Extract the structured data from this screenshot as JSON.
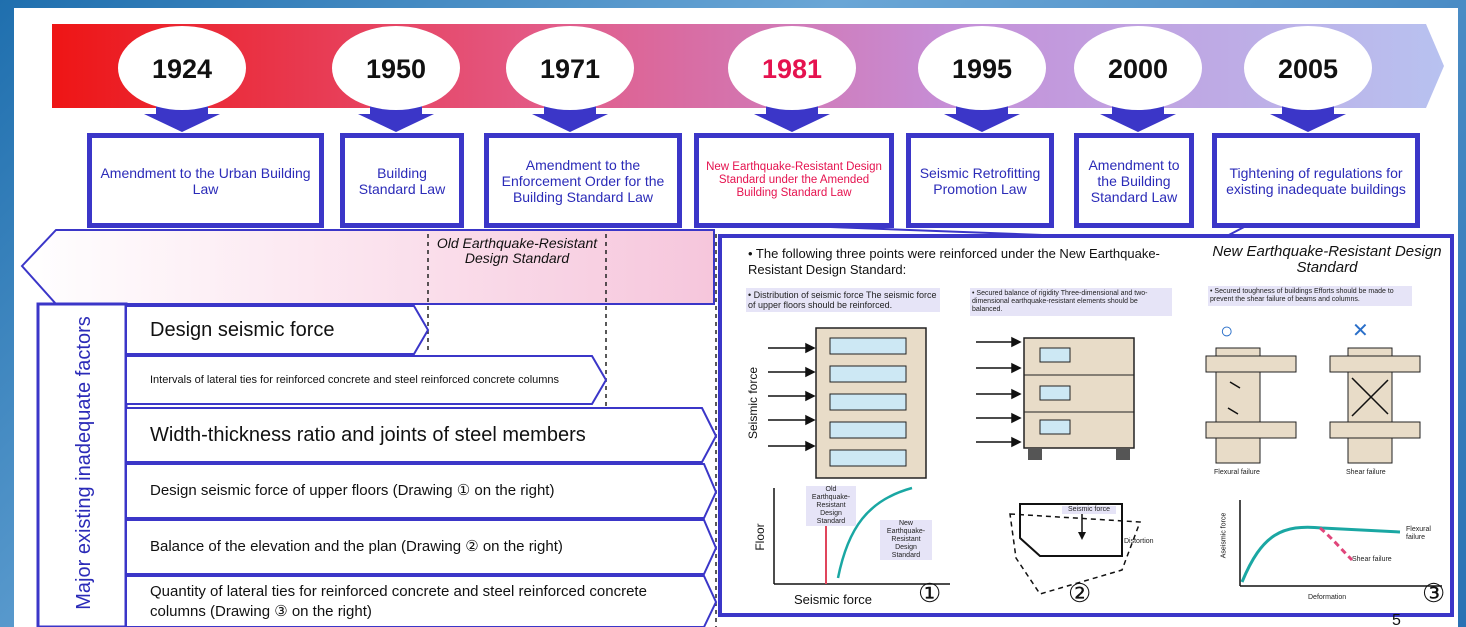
{
  "timeline": {
    "years": [
      {
        "label": "1924",
        "color": "#111111"
      },
      {
        "label": "1950",
        "color": "#111111"
      },
      {
        "label": "1971",
        "color": "#111111"
      },
      {
        "label": "1981",
        "color": "#e5124f"
      },
      {
        "label": "1995",
        "color": "#111111"
      },
      {
        "label": "2000",
        "color": "#111111"
      },
      {
        "label": "2005",
        "color": "#111111"
      }
    ]
  },
  "laws": [
    {
      "text": "Amendment to the Urban Building Law"
    },
    {
      "text": "Building Standard Law"
    },
    {
      "text": "Amendment to the Enforcement Order for the Building Standard Law"
    },
    {
      "text": "New Earthquake-Resistant Design Standard under the Amended Building Standard Law"
    },
    {
      "text": "Seismic Retrofitting Promotion Law"
    },
    {
      "text": "Amendment to the Building Standard Law"
    },
    {
      "text": "Tightening of regulations for existing inadequate buildings"
    }
  ],
  "old_standard": "Old Earthquake-Resistant Design Standard",
  "factors": {
    "vertical_label": "Major existing inadequate factors",
    "items": [
      "Design seismic force",
      "Intervals of lateral ties for reinforced concrete and steel reinforced concrete columns",
      "Width-thickness ratio and joints of steel members",
      "Design seismic force of upper floors (Drawing ① on the right)",
      "Balance of the elevation and the plan (Drawing ② on the right)",
      "Quantity of lateral ties for reinforced concrete and steel reinforced concrete columns (Drawing ③ on the right)"
    ]
  },
  "new_standard": {
    "intro": "• The following three points were reinforced under the New Earthquake-Resistant Design Standard:",
    "title": "New Earthquake-Resistant Design Standard",
    "point1": "• Distribution of seismic force The seismic force of upper floors should be reinforced.",
    "point2": "• Secured balance of rigidity Three-dimensional and two-dimensional earthquake-resistant elements should be balanced.",
    "point3": "• Secured toughness of buildings Efforts should be made to prevent the shear failure of beams and columns.",
    "seismic_force_axis": "Seismic force",
    "floor_axis": "Floor",
    "old_curve_label": "Old Earthquake-Resistant Design Standard",
    "new_curve_label": "New Earthquake-Resistant Design Standard",
    "seismic_force_label": "Seismic force",
    "distortion_label": "Distortion",
    "flexural_failure": "Flexural failure",
    "shear_failure": "Shear failure",
    "circle_mark": "○",
    "cross_mark": "✕",
    "aseismic_force_axis": "Aseismic force",
    "deformation_axis": "Deformation",
    "num1": "①",
    "num2": "②",
    "num3": "③"
  },
  "page_number": "5"
}
